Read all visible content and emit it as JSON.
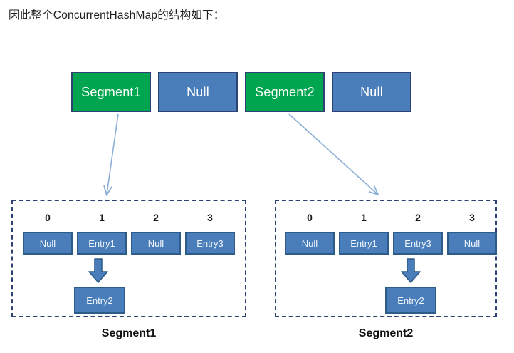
{
  "title": "因此整个ConcurrentHashMap的结构如下：",
  "colors": {
    "green": "#00a550",
    "blue": "#4a7ebb",
    "border_navy": "#2e4374",
    "bucket_border": "#2e5c8a",
    "connector_line": "#8aaed6",
    "arrow_fill": "#4a7ebb",
    "arrow_border": "#2e5c8a"
  },
  "top_row": {
    "cells": [
      {
        "label": "Segment1",
        "kind": "green"
      },
      {
        "label": "Null",
        "kind": "blue"
      },
      {
        "label": "Segment2",
        "kind": "green"
      },
      {
        "label": "Null",
        "kind": "blue"
      }
    ]
  },
  "segments": [
    {
      "caption": "Segment1",
      "indices": [
        "0",
        "1",
        "2",
        "3"
      ],
      "buckets": [
        "Null",
        "Entry1",
        "Null",
        "Entry3"
      ],
      "chain": {
        "from_index": "1",
        "node_label": "Entry2"
      }
    },
    {
      "caption": "Segment2",
      "indices": [
        "0",
        "1",
        "2",
        "3"
      ],
      "buckets": [
        "Null",
        "Entry1",
        "Entry3",
        "Null"
      ],
      "chain": {
        "from_index": "2",
        "node_label": "Entry2"
      }
    }
  ]
}
